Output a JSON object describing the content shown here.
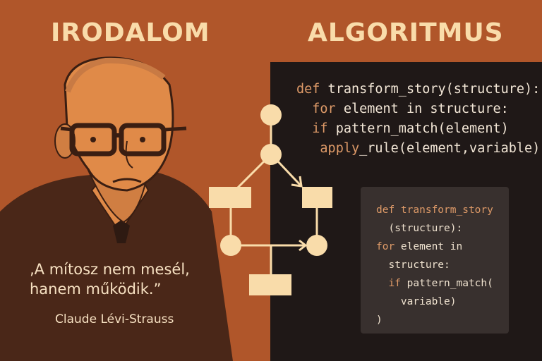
{
  "headings": {
    "left": "IRODALOM",
    "right": "ALGORITMUS"
  },
  "code_main": {
    "lines": [
      {
        "kw": "def",
        "text": " transform_story(structure):",
        "indent": ""
      },
      {
        "kw": "for",
        "text": " element in structure:",
        "indent": "  "
      },
      {
        "kw": "if",
        "text": " pattern_match(element)",
        "indent": "  "
      },
      {
        "kw": "",
        "text": "apply_rule(element,variable)",
        "indent": "   "
      }
    ],
    "line4_kw": "apply",
    "line4_rest": "_rule(element,variable)"
  },
  "code_box": {
    "line1_kw": "def transform_story",
    "line2": "  (structure):",
    "line3_kw": "for",
    "line3_rest": " element in",
    "line4": "  structure:",
    "line5_kw": "  if",
    "line5_rest": " pattern_match(",
    "line6": "    variable)",
    "line7": ")"
  },
  "quote": {
    "line1": "‚A mítosz nem mesél,",
    "line2": "hanem működik.”",
    "author": "Claude Lévi-Strauss"
  },
  "colors": {
    "background": "#b0562a",
    "dark_panel": "#1f1817",
    "code_box": "#38302e",
    "cream": "#f9dcaa",
    "keyword": "#de9a68",
    "suit": "#4a2718",
    "skin": "#e08a48"
  },
  "flowchart": {
    "icon": "flowchart-diagram"
  }
}
